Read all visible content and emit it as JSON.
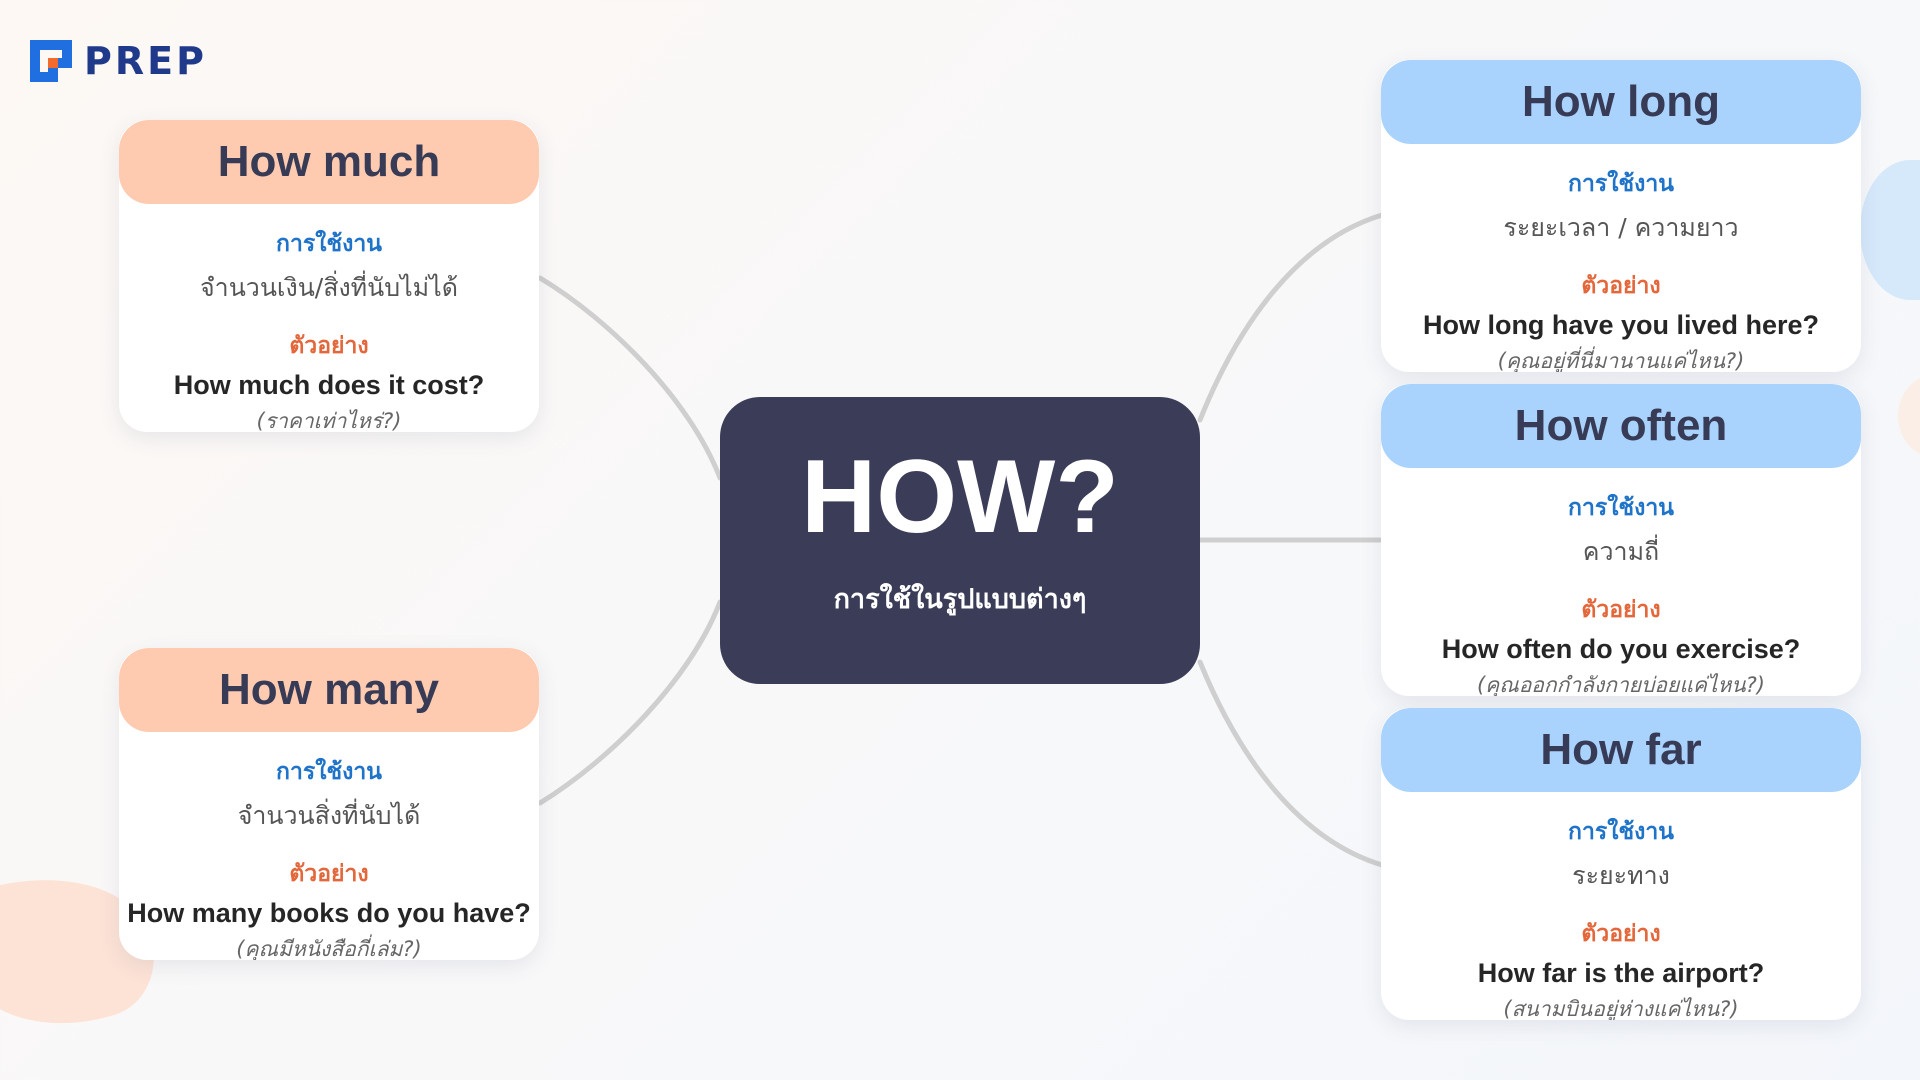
{
  "logo": {
    "text": "PREP"
  },
  "center": {
    "title": "HOW?",
    "subtitle": "การใช้ในรูปแบบต่างๆ"
  },
  "cards": [
    {
      "title": "How much",
      "usage_label": "การใช้งาน",
      "usage": "จำนวนเงิน/สิ่งที่นับไม่ได้",
      "example_label": "ตัวอย่าง",
      "example": "How much does it cost?",
      "translation": "(ราคาเท่าไหร่?)"
    },
    {
      "title": "How many",
      "usage_label": "การใช้งาน",
      "usage": "จำนวนสิ่งที่นับได้",
      "example_label": "ตัวอย่าง",
      "example": "How many books do you have?",
      "translation": "(คุณมีหนังสือกี่เล่ม?)"
    },
    {
      "title": "How long",
      "usage_label": "การใช้งาน",
      "usage": "ระยะเวลา / ความยาว",
      "example_label": "ตัวอย่าง",
      "example": "How long have you lived here?",
      "translation": "(คุณอยู่ที่นี่มานานแค่ไหน?)"
    },
    {
      "title": "How often",
      "usage_label": "การใช้งาน",
      "usage": "ความถี่",
      "example_label": "ตัวอย่าง",
      "example": "How often do you exercise?",
      "translation": "(คุณออกกำลังกายบ่อยแค่ไหน?)"
    },
    {
      "title": "How far",
      "usage_label": "การใช้งาน",
      "usage": "ระยะทาง",
      "example_label": "ตัวอย่าง",
      "example": "How far is the airport?",
      "translation": "(สนามบินอยู่ห่างแค่ไหน?)"
    }
  ],
  "colors": {
    "center_bg": "#3b3d58",
    "orange_header": "#ffcbb0",
    "blue_header": "#a9d3fd",
    "usage_label": "#1f73c8",
    "example_label": "#e3673a"
  }
}
